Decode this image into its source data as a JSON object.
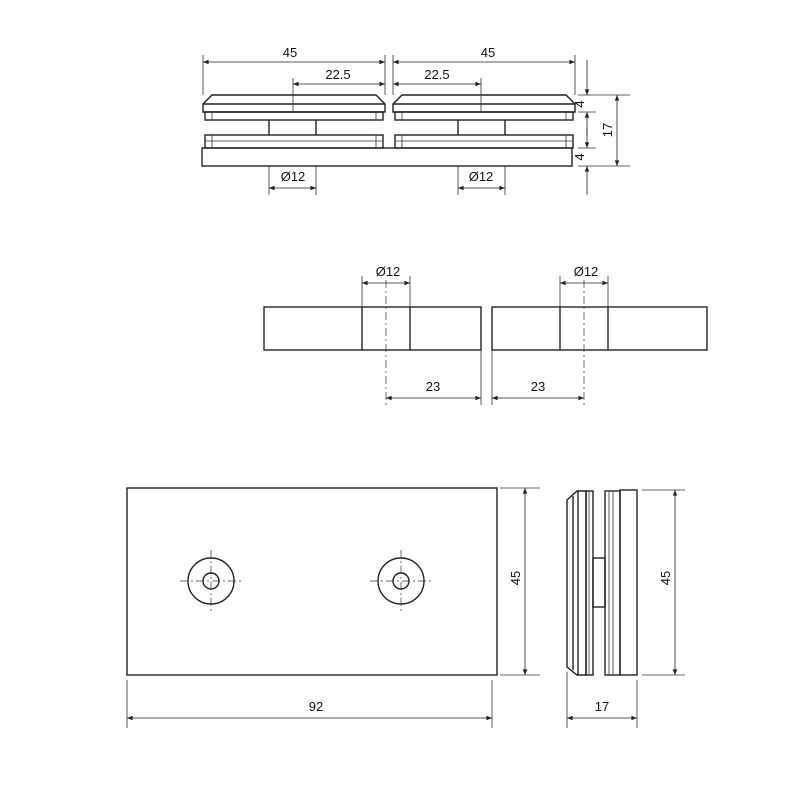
{
  "top_view": {
    "width_left": "45",
    "width_right": "45",
    "half_left": "22.5",
    "half_right": "22.5",
    "cap_thickness_top": "4",
    "total_height": "17",
    "cap_thickness_bottom": "4",
    "dia_left": "Ø12",
    "dia_right": "Ø12"
  },
  "middle_view": {
    "dia_left": "Ø12",
    "dia_right": "Ø12",
    "offset_left": "23",
    "offset_right": "23"
  },
  "front_view": {
    "height": "45",
    "length": "92"
  },
  "side_view": {
    "height": "45",
    "depth": "17"
  },
  "colors": {
    "line": "#222222",
    "background": "#ffffff"
  }
}
